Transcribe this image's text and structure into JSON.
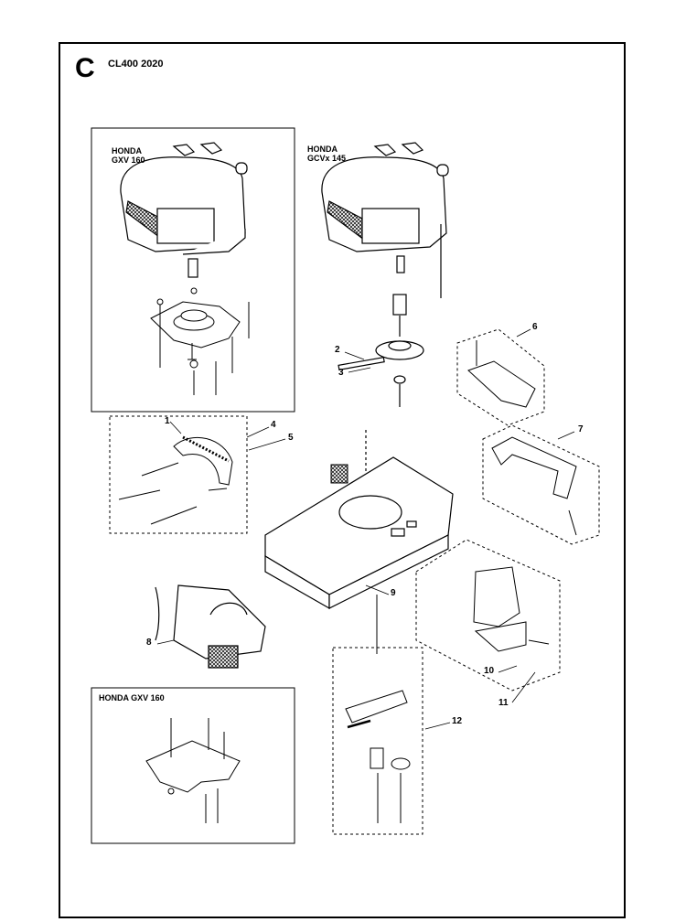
{
  "header": {
    "section_letter": "C",
    "model": "CL400 2020"
  },
  "engine_labels": {
    "gxv160_top_make": "HONDA",
    "gxv160_top_model": "GXV 160",
    "gcvx145_make": "HONDA",
    "gcvx145_model": "GCVx 145",
    "gxv160_bottom": "HONDA  GXV 160"
  },
  "callouts": [
    "1",
    "2",
    "3",
    "4",
    "5",
    "6",
    "7",
    "8",
    "9",
    "10",
    "11",
    "12"
  ],
  "colors": {
    "line": "#000000",
    "background": "#ffffff"
  }
}
